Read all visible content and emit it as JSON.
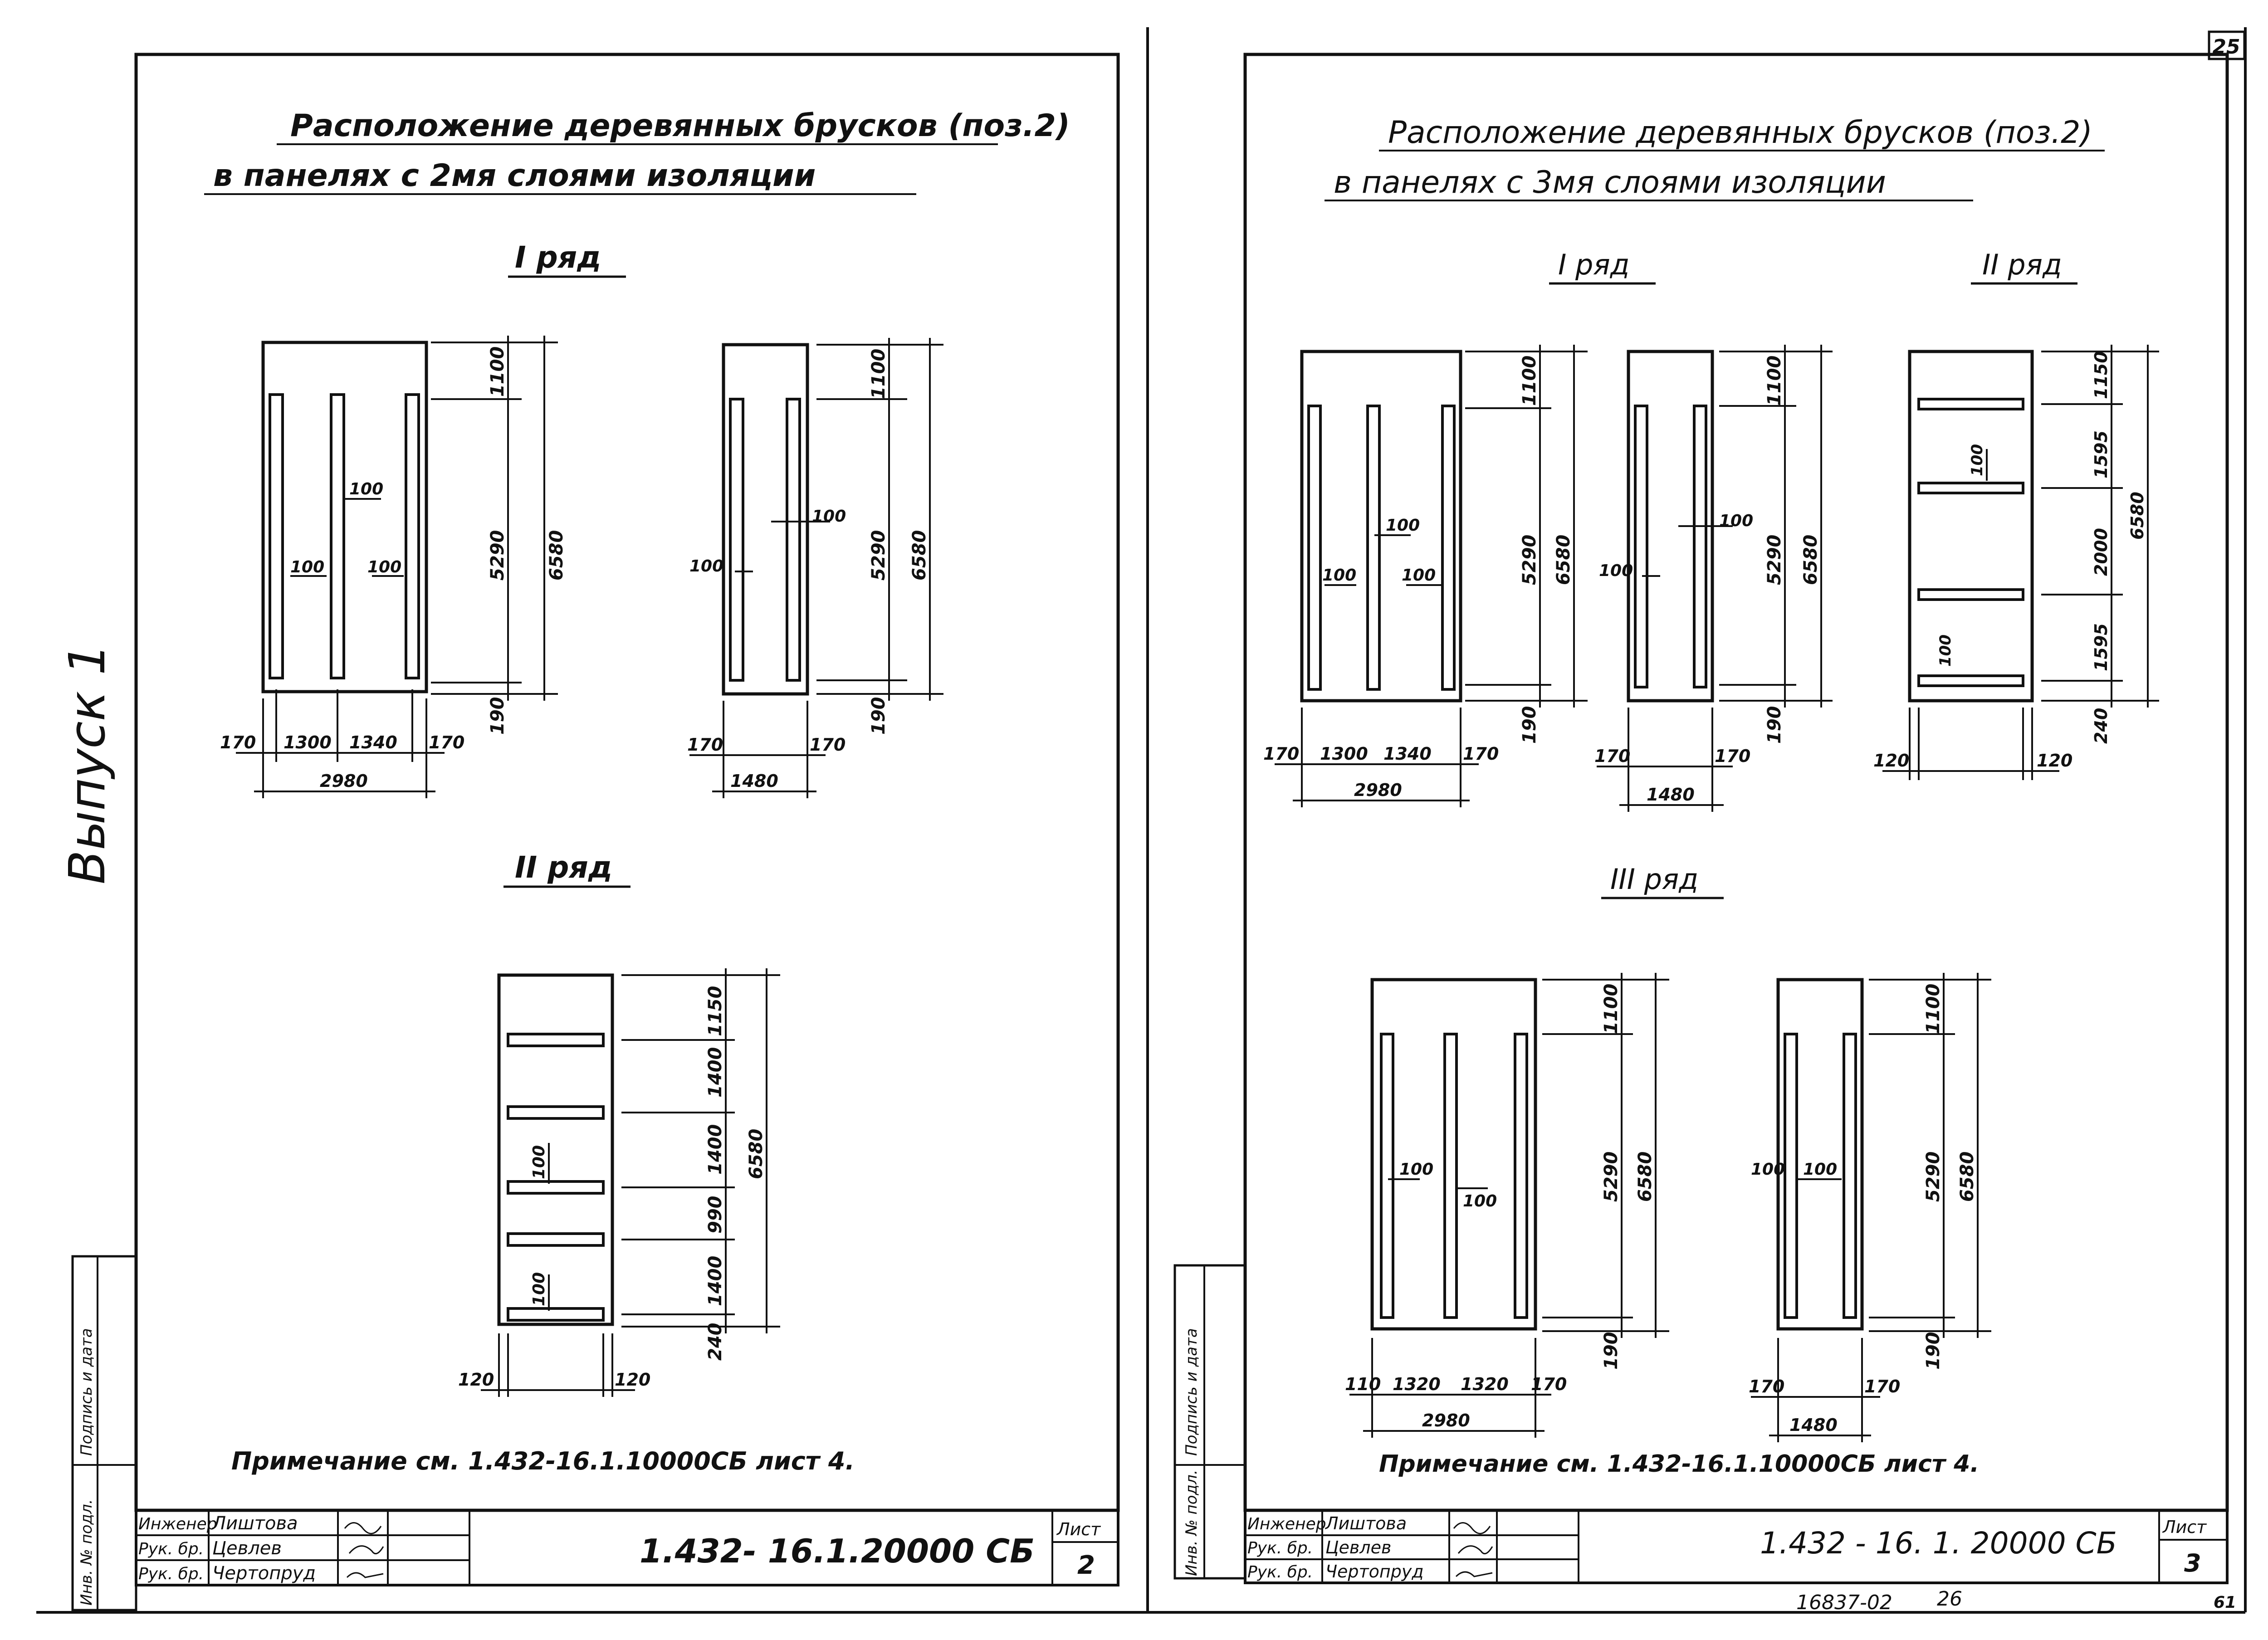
{
  "page_corner_number": "25",
  "side_text": "Выпуск 1",
  "stamp_bottom": "16837-02",
  "stamp_bottom2": "26",
  "stamp_corner": "61",
  "left_sheet": {
    "title_line1": "Расположение деревянных брусков (поз.2)",
    "title_line2": "в панелях с 2мя слоями изоляции",
    "row1": "I ряд",
    "row2": "II ряд",
    "dims": {
      "d1100": "1100",
      "d5290": "5290",
      "d6580": "6580",
      "d190": "190",
      "d100": "100",
      "d170": "170",
      "d1300": "1300",
      "d1340": "1340",
      "d2980": "2980",
      "d1480": "1480",
      "d1150": "1150",
      "d1400": "1400",
      "d990": "990",
      "d240": "240",
      "d120": "120"
    },
    "note": "Примечание см. 1.432-16.1.10000СБ лист 4.",
    "side_stamp": [
      "Инв. № подл.",
      "Подпись и дата"
    ],
    "title_block": {
      "roles": [
        "Инженер",
        "Рук. бр.",
        "Рук. бр."
      ],
      "names": [
        "Лиштова",
        "Цевлев",
        "Чертопруд"
      ],
      "code": "1.432- 16.1.20000 СБ",
      "sheet_label": "Лист",
      "sheet_no": "2"
    }
  },
  "right_sheet": {
    "title_line1": "Расположение деревянных брусков (поз.2)",
    "title_line2": "в панелях с 3мя слоями изоляции",
    "row1": "I ряд",
    "row2": "II ряд",
    "row3": "III ряд",
    "dims": {
      "d1100": "1100",
      "d5290": "5290",
      "d6580": "6580",
      "d190": "190",
      "d100": "100",
      "d170": "170",
      "d1300": "1300",
      "d1340": "1340",
      "d2980": "2980",
      "d1480": "1480",
      "d1150": "1150",
      "d1595": "1595",
      "d2000": "2000",
      "d240": "240",
      "d120": "120",
      "d110": "110",
      "d1320": "1320"
    },
    "note": "Примечание см. 1.432-16.1.10000СБ лист 4.",
    "side_stamp": [
      "Инв. № подл.",
      "Подпись и дата"
    ],
    "title_block": {
      "roles": [
        "Инженер",
        "Рук. бр.",
        "Рук. бр."
      ],
      "names": [
        "Лиштова",
        "Цевлев",
        "Чертопруд"
      ],
      "code": "1.432 - 16. 1. 20000 СБ",
      "sheet_label": "Лист",
      "sheet_no": "3"
    }
  },
  "colors": {
    "ink": "#111111",
    "paper": "#ffffff"
  }
}
